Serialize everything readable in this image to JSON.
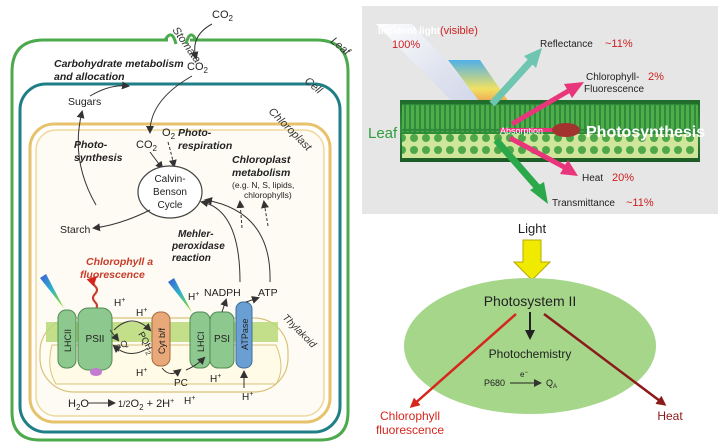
{
  "left_panel": {
    "stomata": "Stomata",
    "co2_top": "CO",
    "co2_top_sub": "2",
    "co2_left": "CO",
    "co2_left_sub": "2",
    "leaf": "Leaf",
    "cell": "Cell",
    "chloroplast": "Chloroplast",
    "carb_line1": "Carbohydrate metabolism",
    "carb_line2": "and allocation",
    "sugars": "Sugars",
    "photo_l1": "Photo-",
    "photo_l2": "synthesis",
    "co2_mid": "CO",
    "co2_mid_sub": "2",
    "o2": "O",
    "o2_sub": "2",
    "photoresp_l1": "Photo-",
    "photoresp_l2": "respiration",
    "chlmeta_l1": "Chloroplast",
    "chlmeta_l2": "metabolism",
    "chlmeta_l3": "(e.g. N, S, lipids,",
    "chlmeta_l4": "chlorophylls)",
    "calvin_l1": "Calvin-",
    "calvin_l2": "Benson",
    "calvin_l3": "Cycle",
    "starch": "Starch",
    "mehler_l1": "Mehler-",
    "mehler_l2": "peroxidase",
    "mehler_l3": "reaction",
    "chlfl_l1": "Chlorophyll a",
    "chlfl_l2": "fluorescence",
    "nadph": "NADPH",
    "atp": "ATP",
    "thylakoid": "Thylakoid",
    "lhcii": "LHCII",
    "psii": "PSII",
    "pq": "PQ",
    "pqh2": "PQH",
    "pqh2_sub": "2",
    "cytbf": "Cyt b/f",
    "lhci": "LHCI",
    "psi": "PSI",
    "atpase": "ATPase",
    "pc": "PC",
    "hplus": "H",
    "hplus_sup": "+",
    "h2o": "H",
    "h2o_sub": "2",
    "h2o_o": "O",
    "water_rxn_half": "1/2",
    "water_rxn_o2": "O",
    "water_rxn_o2_sub": "2",
    "water_rxn_tail": " + 2H"
  },
  "top_right": {
    "incident": "Incident light",
    "visible": "(visible)",
    "pct_incident": "100%",
    "leaf": "Leaf",
    "reflectance": "Reflectance",
    "reflectance_pct": "~11%",
    "chlfl_l1": "Chlorophyll-",
    "chlfl_l2": "Fluorescence",
    "chlfl_pct": "2%",
    "absorption": "Absorption",
    "photosynthesis": "Photosynthesis",
    "heat": "Heat",
    "heat_pct": "20%",
    "transmittance": "Transmittance",
    "transmittance_pct": "~11%"
  },
  "bottom_right": {
    "light": "Light",
    "photosystem": "Photosystem II",
    "photochemistry": "Photochemistry",
    "p680": "P680",
    "electron": "e",
    "electron_sup": "−",
    "qa": "Q",
    "qa_sub": "A",
    "chlfl_l1": "Chlorophyll",
    "chlfl_l2": "fluorescence",
    "heat": "Heat"
  },
  "colors": {
    "leaf_membrane": "#4caa4c",
    "cell_membrane": "#1f7f86",
    "chloroplast_membrane": "#e7c26a",
    "thylakoid_green": "#9bc95b",
    "photosystem_green": "#8dc98e",
    "cytbf_orange": "#e8a87a",
    "atpase_blue": "#6a9fd4",
    "fluorescence_red": "#c83c2a",
    "ellipse_green": "#a5d68a",
    "ps_red_arrow": "#d7261e",
    "heat_dark_red": "#8b1a1a",
    "light_arrow_yellow": "#f0ea00",
    "reflect_teal": "#6ec5b0",
    "magenta": "#e8357c",
    "transmit_green": "#2aa84a"
  }
}
